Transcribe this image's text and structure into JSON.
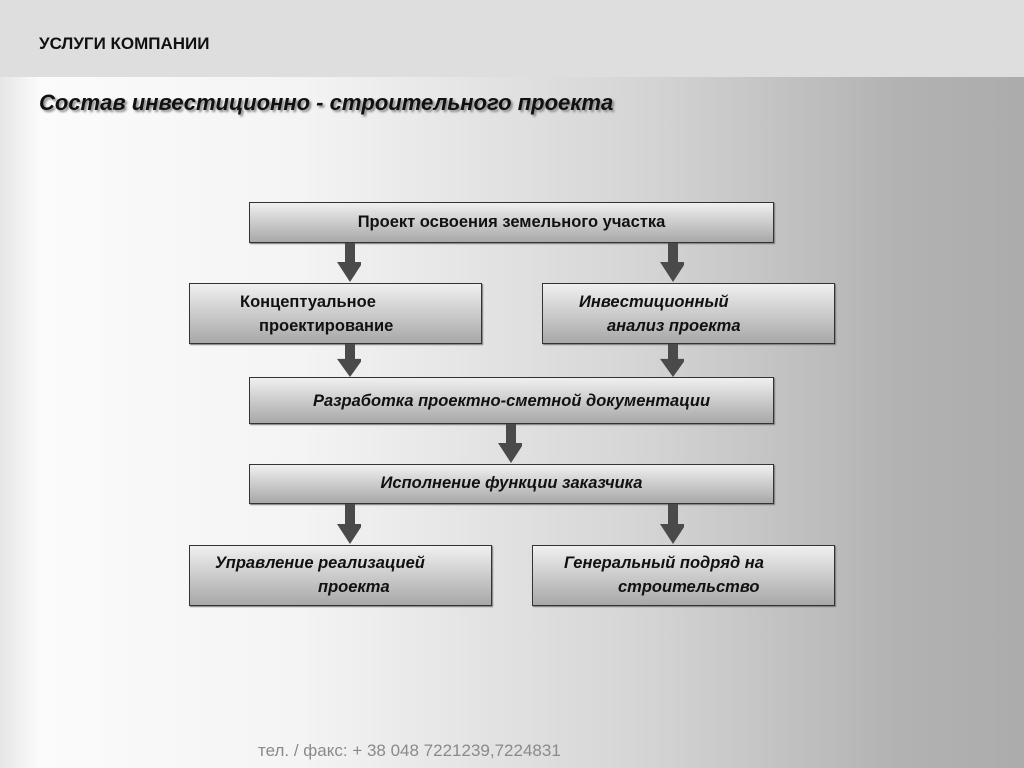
{
  "header": {
    "section": "УСЛУГИ КОМПАНИИ"
  },
  "title": "Состав инвестиционно - строительного проекта",
  "diagram": {
    "land": "Проект освоения земельного участка",
    "concept": [
      "Концептуальное",
      "проектирование"
    ],
    "invest": [
      "Инвестиционный",
      "анализ проекта"
    ],
    "docs": "Разработка проектно-сметной документации",
    "customer": "Исполнение функции заказчика",
    "management": [
      "Управление реализацией",
      "проекта"
    ],
    "contract": [
      "Генеральный подряд на",
      "строительство"
    ]
  },
  "footer": "тел. / факс: + 38 048 7221239,7224831",
  "colors": {
    "arrow": "#4a4a4a",
    "border": "#333333"
  }
}
